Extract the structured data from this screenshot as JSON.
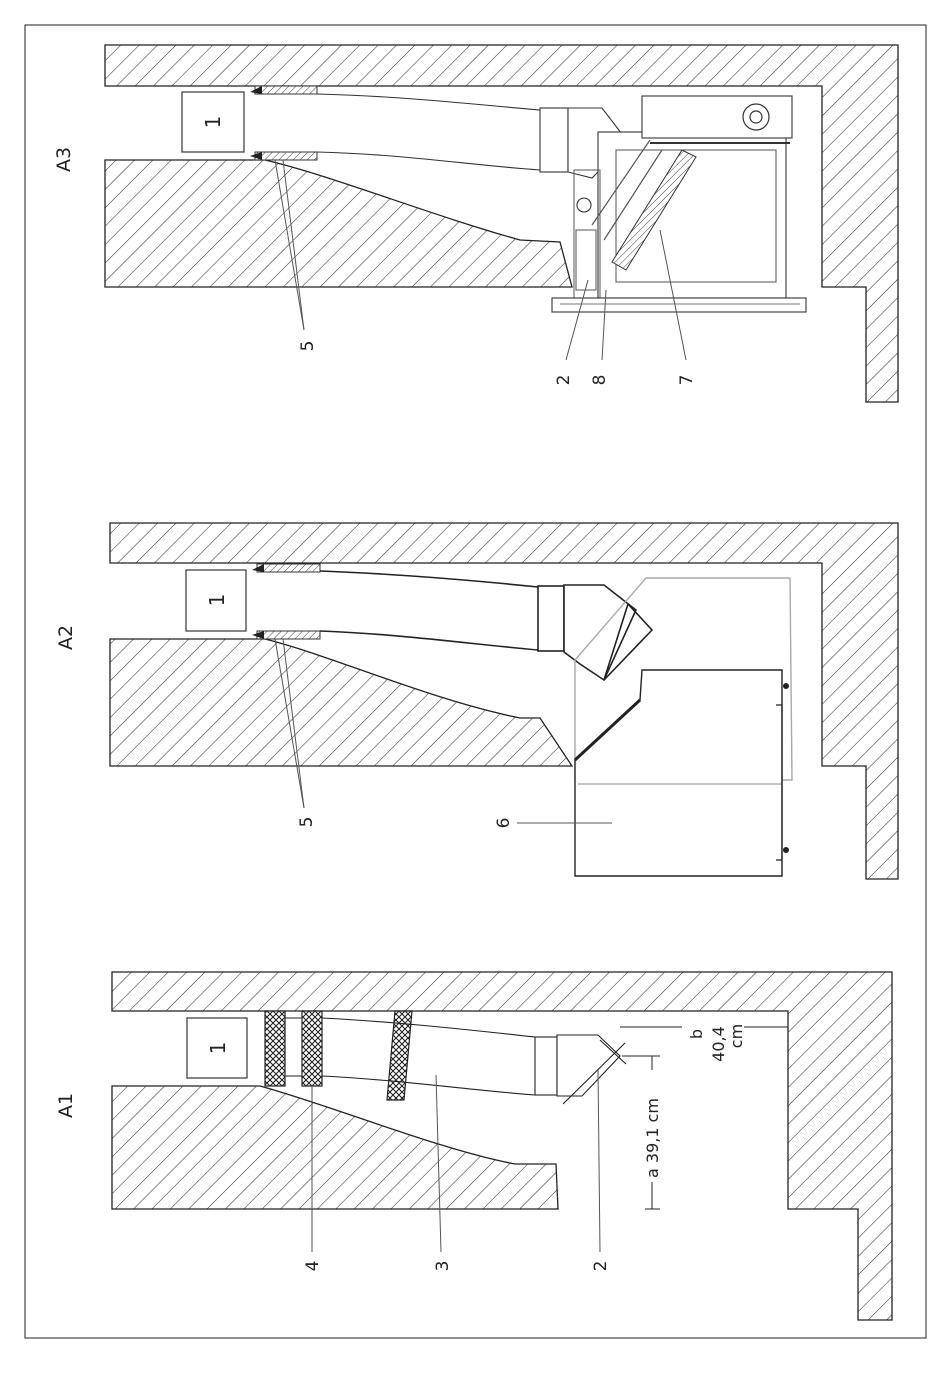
{
  "panels": {
    "a1": {
      "title": "A1",
      "box_label": "1",
      "callouts": {
        "c4": "4",
        "c3": "3",
        "c2": "2"
      },
      "dim_a": "a 39,1 cm",
      "dim_b_letter": "b",
      "dim_b_value": "40,4",
      "dim_b_unit": "cm"
    },
    "a2": {
      "title": "A2",
      "box_label": "1",
      "callouts": {
        "c5": "5",
        "c6": "6"
      }
    },
    "a3": {
      "title": "A3",
      "box_label": "1",
      "callouts": {
        "c5": "5",
        "c2": "2",
        "c8": "8",
        "c7": "7"
      }
    }
  },
  "colors": {
    "line": "#222222",
    "gray": "#9a9a9a",
    "hatch": "#333333"
  }
}
